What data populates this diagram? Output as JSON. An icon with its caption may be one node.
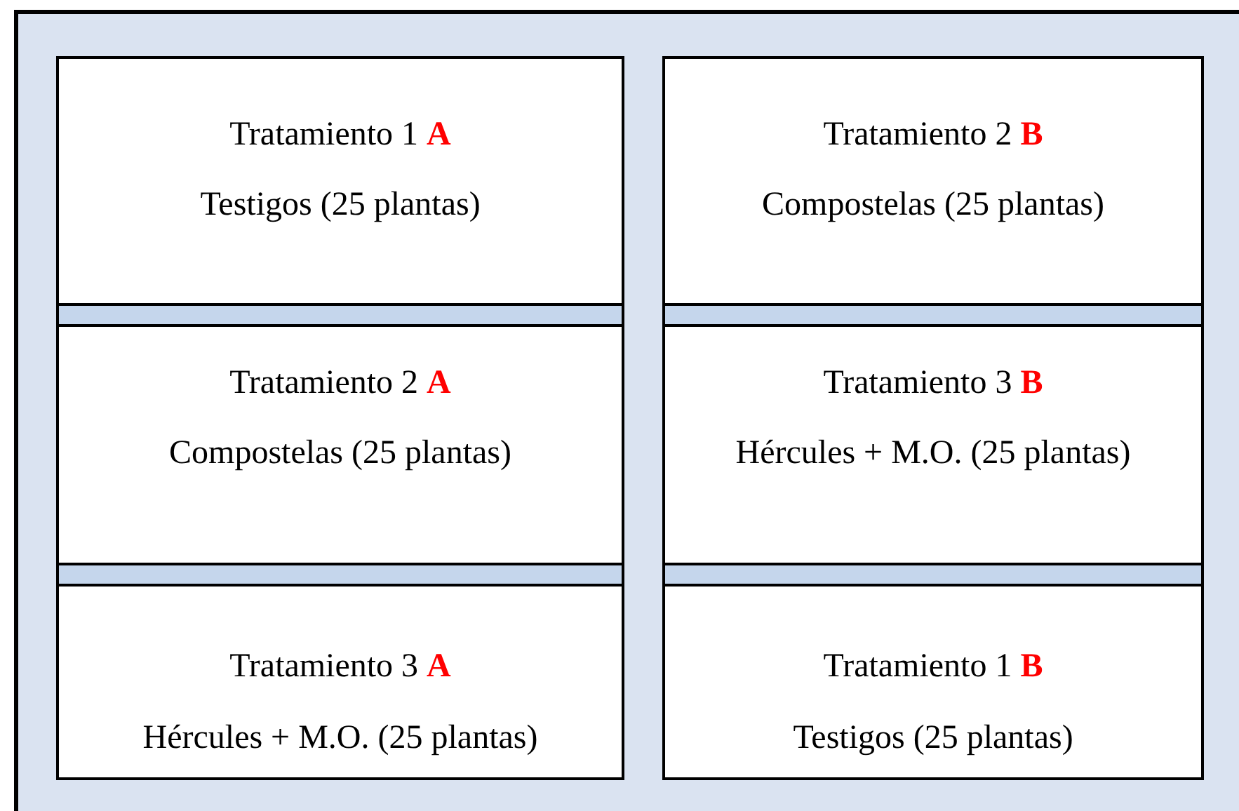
{
  "diagram": {
    "nodes": [
      {
        "text": [
          "Tratamiento 1 **A**",
          "Testigos (25 plantas)"
        ]
      },
      {
        "text": [
          "Tratamiento 2 **B**",
          "Compostelas (25 plantas)"
        ]
      },
      {
        "text": [
          "Tratamiento 2 **A**",
          "Compostelas (25 plantas)"
        ]
      },
      {
        "text": [
          "Tratamiento 3 **B**",
          "Hércules + M.O. (25 plantas)"
        ]
      },
      {
        "text": [
          "Tratamiento 3 **A**",
          "Hércules + M.O. (25 plantas)"
        ]
      },
      {
        "text": [
          "Tratamiento 1 **B**",
          "Testigos (25 plantas)"
        ]
      }
    ]
  }
}
